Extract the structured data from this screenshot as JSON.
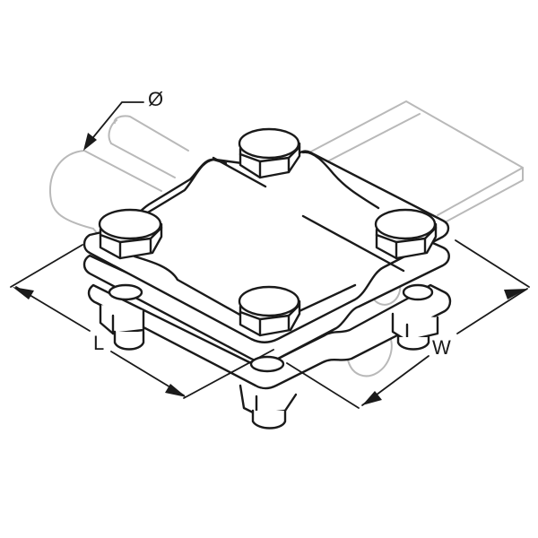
{
  "drawing": {
    "subject": "cross clamp connector (round conductor to flat strip)",
    "line_color": "#1a1a1a",
    "ghost_color": "#b9b9b9",
    "background": "#ffffff"
  },
  "dimensions": {
    "diameter": {
      "label": "Ø"
    },
    "length": {
      "label": "L"
    },
    "width": {
      "label": "W"
    }
  },
  "parts": {
    "bolts": 4,
    "plates": 3,
    "conductors": [
      "round-conductor",
      "flat-strip"
    ]
  }
}
